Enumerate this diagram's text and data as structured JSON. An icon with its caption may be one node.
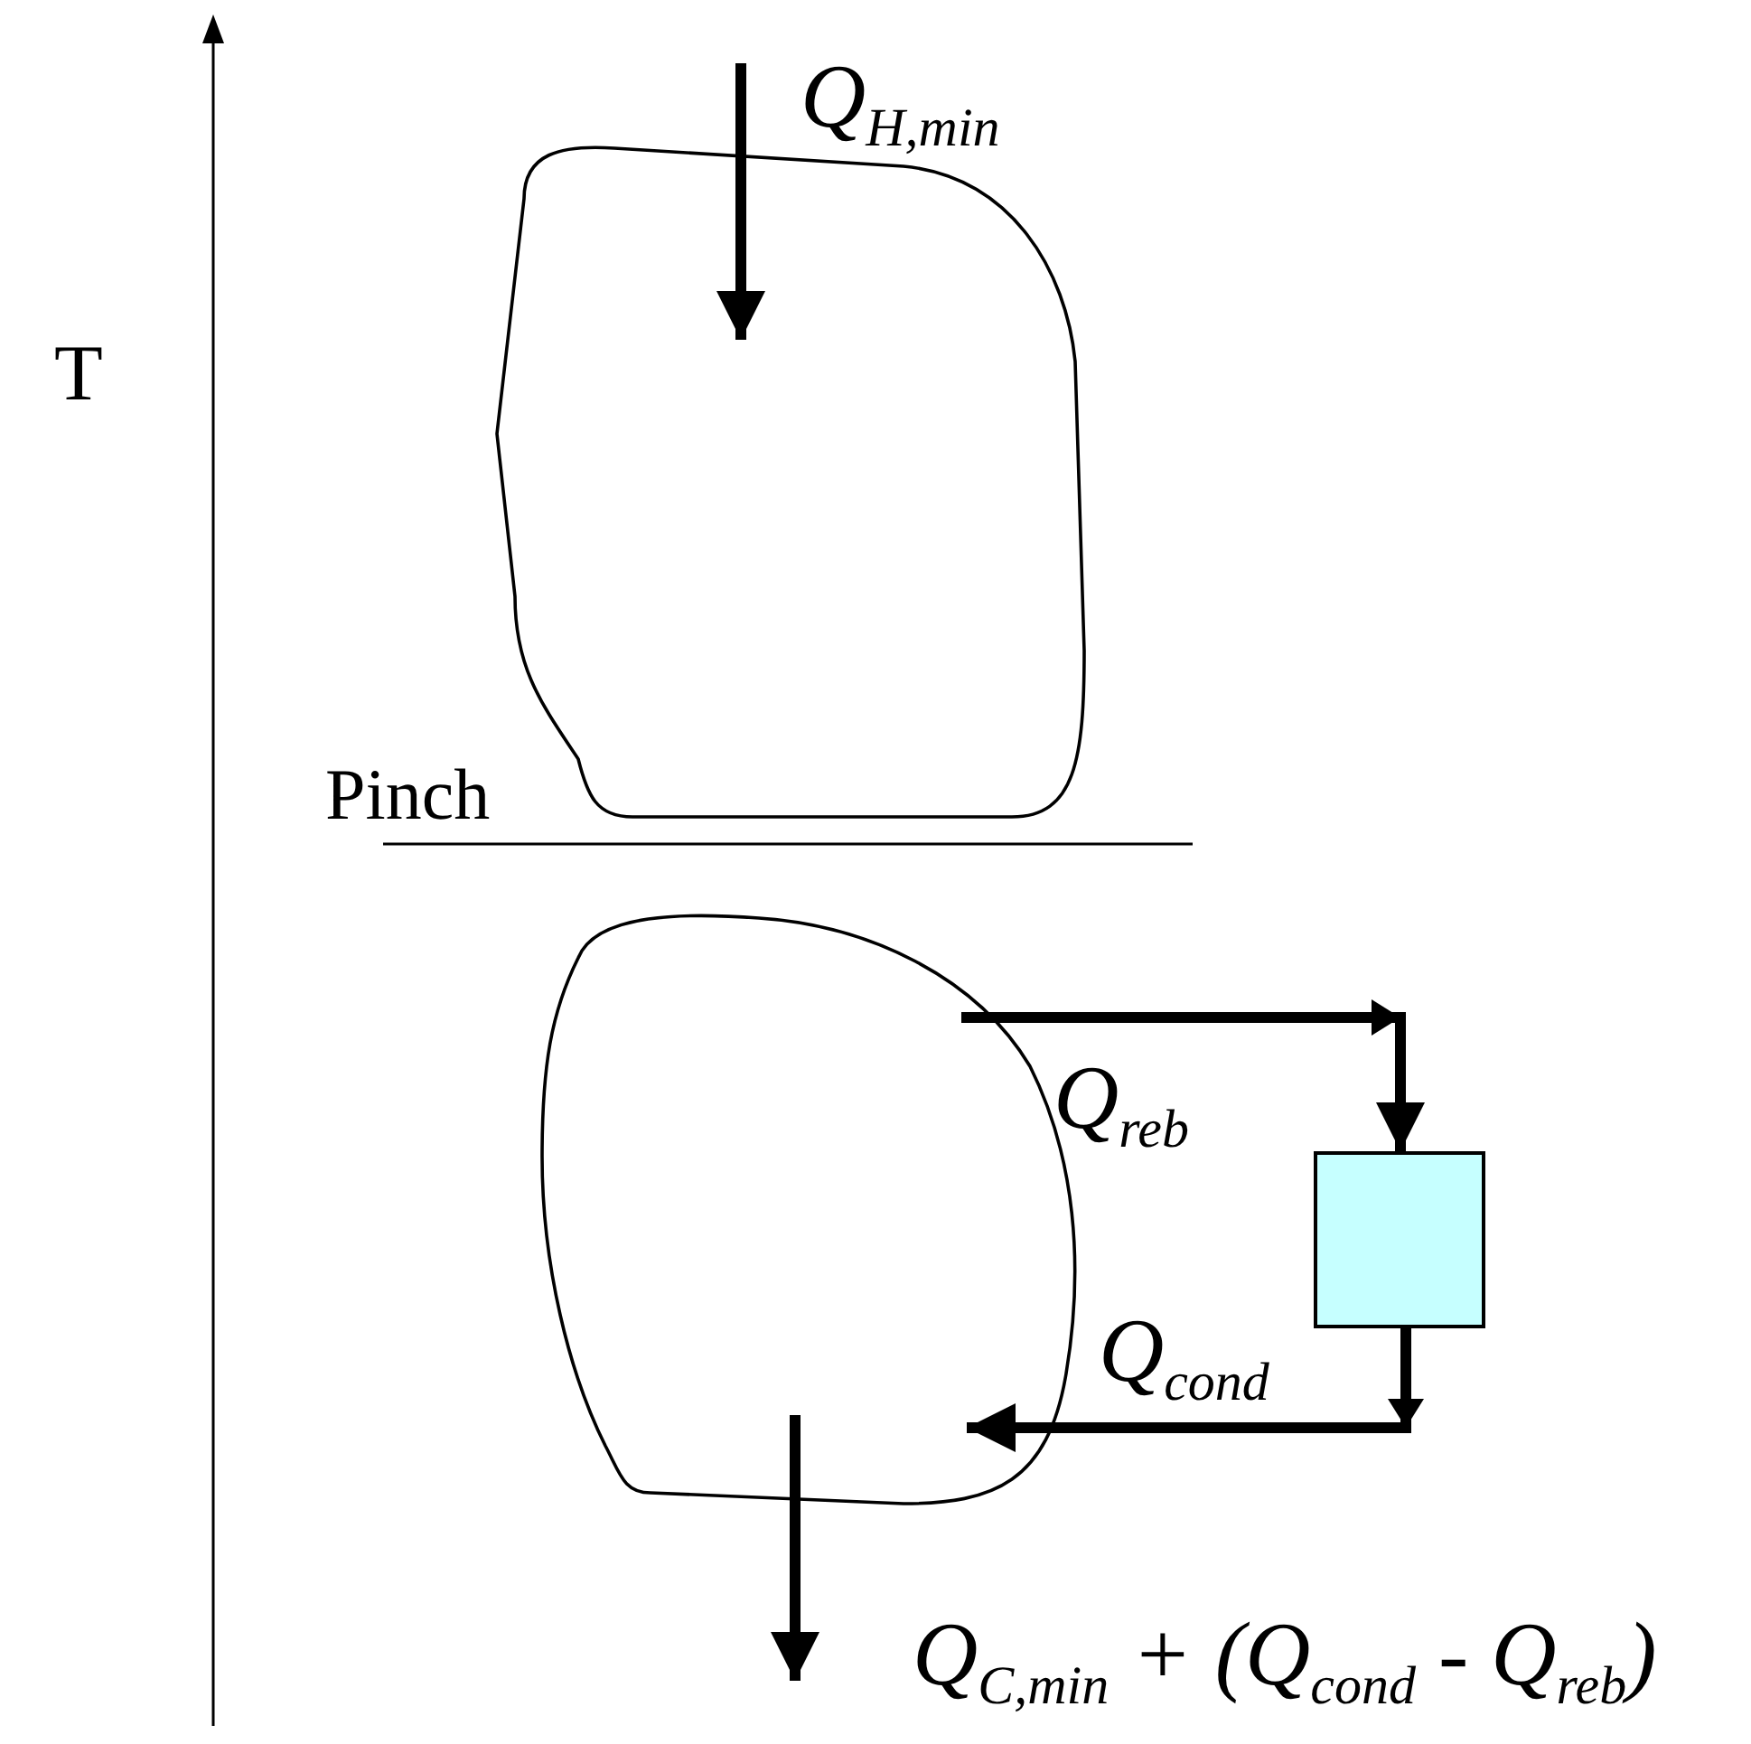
{
  "diagram": {
    "nodes": [
      {
        "text": [],
        "shape": "blob"
      },
      {
        "text": [],
        "shape": "blob"
      },
      {
        "text": [],
        "shape": "box"
      }
    ],
    "edges": [
      {
        "from": null,
        "to": 0,
        "arrow": "to",
        "label": "Q$_{H,min}$"
      },
      {
        "from": 1,
        "to": 2,
        "arrow": "to",
        "label": "Q$_{reb}$"
      },
      {
        "from": 2,
        "to": 1,
        "arrow": "to",
        "label": "Q$_{cond}$"
      },
      {
        "from": 1,
        "to": null,
        "arrow": "to",
        "label": "Q$_{C,min}$ + (Q$_{cond}$ - Q$_{reb}$)"
      }
    ],
    "labels": [
      "T",
      "Pinch"
    ]
  }
}
